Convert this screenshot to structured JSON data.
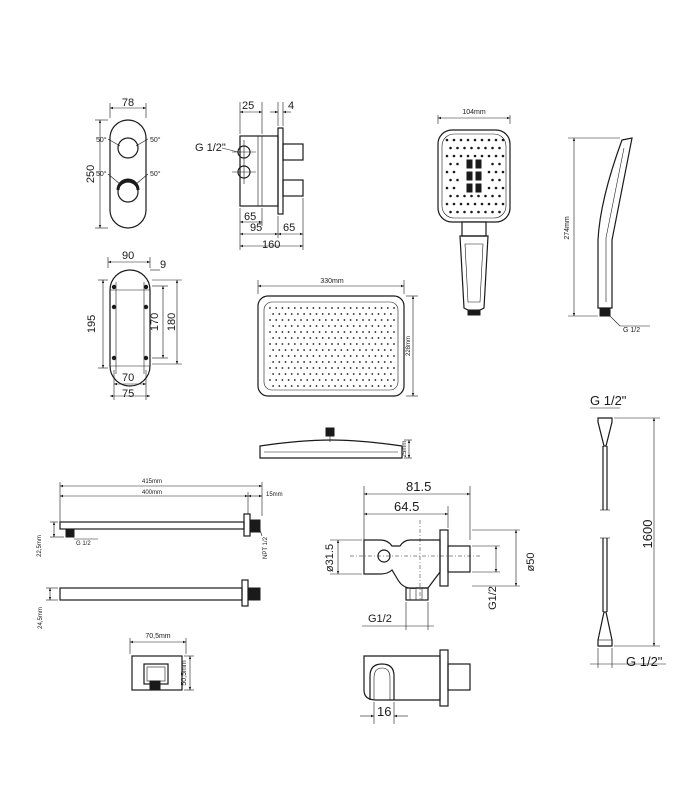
{
  "valve_front": {
    "width": "78",
    "height": "250",
    "angle_tl": "50°",
    "angle_tr": "50°",
    "angle_bl": "50°",
    "angle_br": "50°"
  },
  "valve_side": {
    "thread": "G 1/2\"",
    "dim_top_a": "25",
    "dim_top_b": "4",
    "dim_65a": "65",
    "dim_95": "95",
    "dim_65b": "65",
    "dim_160": "160"
  },
  "box_front": {
    "dim_90": "90",
    "dim_9": "9",
    "dim_195": "195",
    "dim_170": "170",
    "dim_180": "180",
    "dim_70": "70",
    "dim_75": "75"
  },
  "hand_shower": {
    "width": "104mm",
    "length": "274mm",
    "thread": "G 1/2"
  },
  "head_shower": {
    "width": "330mm",
    "depth": "228mm",
    "height": "25mm"
  },
  "shower_arm": {
    "overall": "415mm",
    "length": "400mm",
    "flange": "15mm",
    "thread_a": "G 1/2",
    "thread_b": "NPT 1/2",
    "height_a": "22,5mm",
    "height_b": "24,5mm"
  },
  "wall_flange": {
    "width": "70,5mm",
    "height": "50,5mm"
  },
  "wall_outlet": {
    "dim_815": "81.5",
    "dim_645": "64.5",
    "dia_315": "ø31.5",
    "dia_50": "ø50",
    "thread_side": "G1/2",
    "thread_bottom": "G1/2",
    "dim_16": "16"
  },
  "hose": {
    "thread_top": "G 1/2\"",
    "length": "1600",
    "thread_bottom": "G 1/2\""
  }
}
